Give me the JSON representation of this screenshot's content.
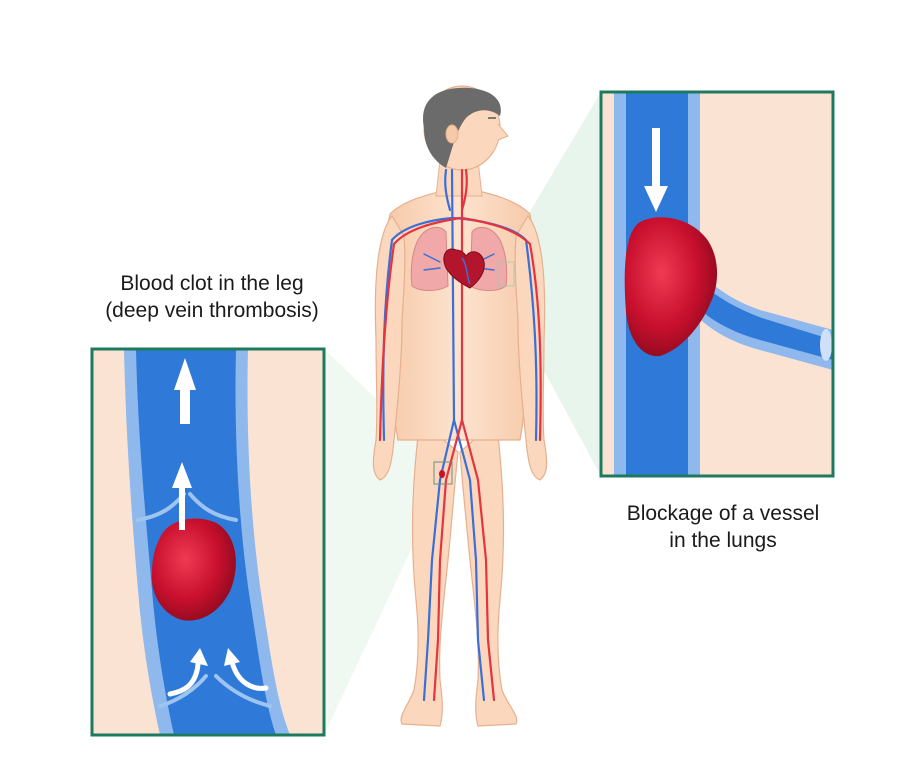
{
  "captions": {
    "leg": {
      "line1": "Blood clot in the leg",
      "line2": "(deep vein thrombosis)"
    },
    "lungs": {
      "line1": "Blockage of a vessel",
      "line2": "in the lungs"
    }
  },
  "colors": {
    "skin": "#fbd8bd",
    "skin_outline": "#e6b08e",
    "hair": "#6b6b6b",
    "vein": "#3b6fd6",
    "artery": "#e5333f",
    "lung": "#f0a8a8",
    "clot": "#c8102e",
    "inset_border": "#1d7a5e",
    "inset_bg": "#fbe3d4",
    "vessel_outer": "#8fb8ec",
    "vessel_inner": "#2f7ad8",
    "zoom_cone": "#d8eedf"
  },
  "icons": [
    "flow-arrow-icon",
    "return-flow-arrow-icon",
    "heart-icon"
  ]
}
